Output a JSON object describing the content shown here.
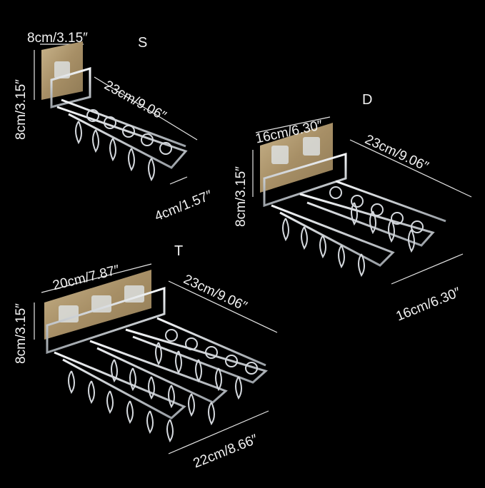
{
  "image": {
    "description_free": true,
    "background": "#000000",
    "metal_color": "#cfd3d8",
    "plate_color": "#b39b72"
  },
  "variants": {
    "s": {
      "size_label": "S",
      "width": "8cm/3.15″",
      "height": "8cm/3.15″",
      "length": "23cm/9.06″",
      "spacing": "4cm/1.57″"
    },
    "d": {
      "size_label": "D",
      "width": "16cm/6.30″",
      "height": "8cm/3.15″",
      "length": "23cm/9.06″",
      "depth": "16cm/6.30″"
    },
    "t": {
      "size_label": "T",
      "width": "20cm/7.87″",
      "height": "8cm/3.15″",
      "length": "23cm/9.06″",
      "depth": "22cm/8.66″"
    }
  }
}
